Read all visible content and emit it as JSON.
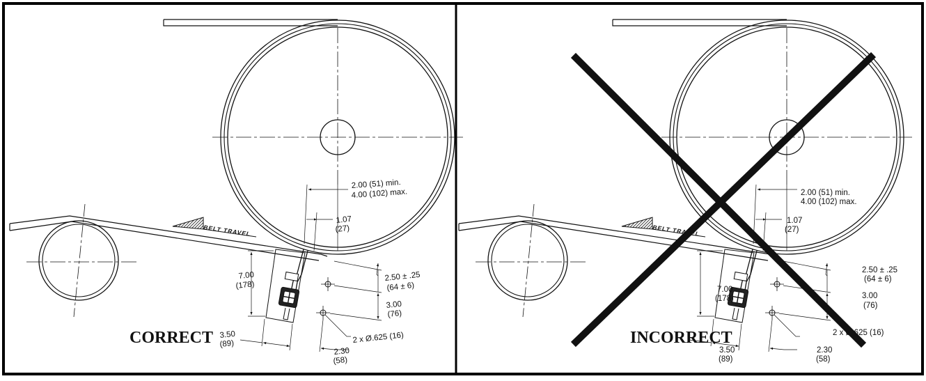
{
  "panels": [
    {
      "id": "correct",
      "label": "CORRECT",
      "belt_travel": "BELT TRAVEL",
      "dim_gap_main": "2.00 (51) min.",
      "dim_gap_max": "4.00 (102) max.",
      "dim_offset_in": "1.07",
      "dim_offset_mm": "(27)",
      "dim_height_in": "7.00",
      "dim_height_mm": "(178)",
      "dim_drop_in": "2.50 ± .25",
      "dim_drop_mm": "(64 ± 6)",
      "dim_spacing_in": "3.00",
      "dim_spacing_mm": "(76)",
      "dim_width_in": "3.50",
      "dim_width_mm": "(89)",
      "dim_holes": "2 x Ø.625 (16)",
      "dim_hole_off_in": "2.30",
      "dim_hole_off_mm": "(58)"
    },
    {
      "id": "incorrect",
      "label": "INCORRECT",
      "belt_travel": "BELT TRAVEL",
      "dim_gap_main": "2.00 (51) min.",
      "dim_gap_max": "4.00 (102) max.",
      "dim_offset_in": "1.07",
      "dim_offset_mm": "(27)",
      "dim_height_in": "7.00",
      "dim_height_mm": "(178)",
      "dim_drop_in": "2.50 ± .25",
      "dim_drop_mm": "(64 ± 6)",
      "dim_spacing_in": "3.00",
      "dim_spacing_mm": "(76)",
      "dim_width_in": "3.50",
      "dim_width_mm": "(89)",
      "dim_holes": "2 x Ø.625 (16)",
      "dim_hole_off_in": "2.30",
      "dim_hole_off_mm": "(58)"
    }
  ]
}
